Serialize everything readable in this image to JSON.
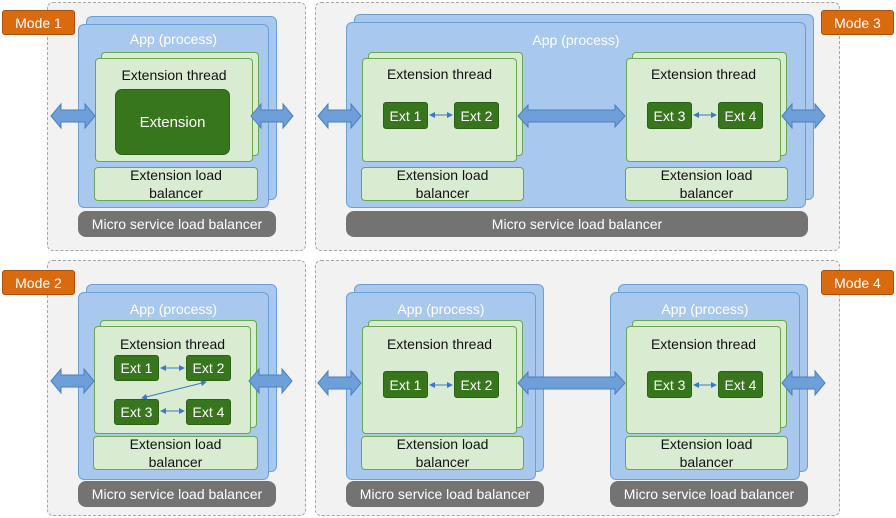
{
  "modes": {
    "mode1": "Mode 1",
    "mode2": "Mode 2",
    "mode3": "Mode 3",
    "mode4": "Mode 4"
  },
  "labels": {
    "app": "App (process)",
    "thread": "Extension thread",
    "extension": "Extension",
    "elb_line1": "Extension load",
    "elb_line2": "balancer",
    "mslb": "Micro service load balancer"
  },
  "extensions": {
    "ext1": "Ext 1",
    "ext2": "Ext 2",
    "ext3": "Ext 3",
    "ext4": "Ext 4"
  },
  "colors": {
    "mode_tag": "#d96a10",
    "app": "#a8c8ee",
    "thread": "#d9ecd2",
    "extension": "#38761d",
    "micro_service_lb": "#737373",
    "arrow": "#5b8fd1"
  }
}
